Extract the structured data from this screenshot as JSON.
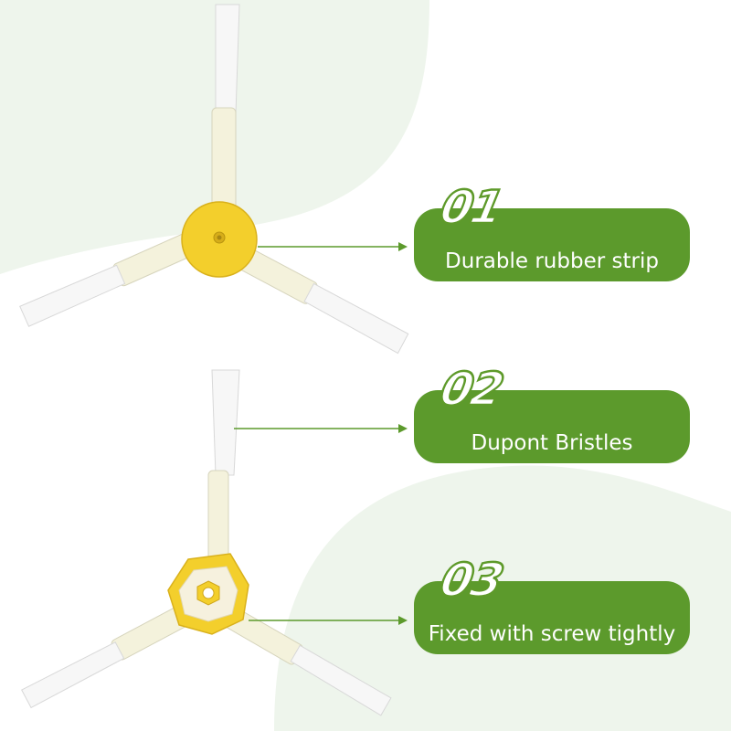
{
  "features": [
    {
      "number": "01",
      "label": "Durable rubber strip"
    },
    {
      "number": "02",
      "label": "Dupont Bristles"
    },
    {
      "number": "03",
      "label": "Fixed with screw tightly"
    }
  ],
  "colors": {
    "pill_green": "#5c9a2c",
    "background_tint": "#eef5ec",
    "hub_yellow": "#f3cf2c",
    "arm_cream": "#f4f2dc",
    "bristle_white": "#f7f7f7"
  }
}
